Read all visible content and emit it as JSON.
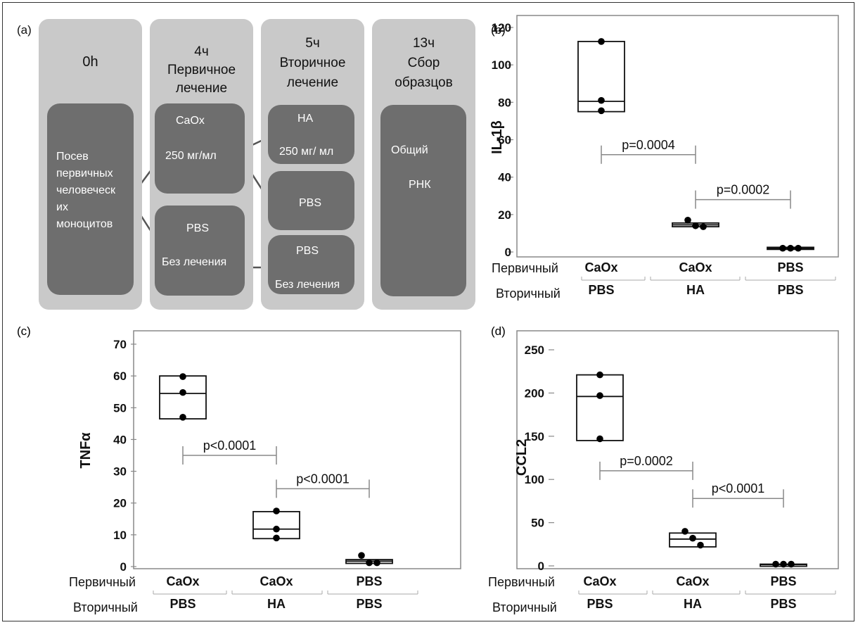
{
  "panel_a": {
    "label": "(a)",
    "columns": [
      {
        "header": [
          "0h"
        ],
        "boxes": [
          {
            "lines": [
              "Посев",
              "первичных",
              "человеческ",
              "их",
              "моноцитов"
            ]
          }
        ]
      },
      {
        "header": [
          "4ч",
          "Первичное",
          "лечение"
        ],
        "boxes": [
          {
            "lines": [
              "CaOx",
              "250 мг/мл"
            ]
          },
          {
            "lines": [
              "PBS",
              "Без лечения"
            ]
          }
        ]
      },
      {
        "header": [
          "5ч",
          "Вторичное",
          "лечение"
        ],
        "boxes": [
          {
            "lines": [
              "HA",
              "250 мг/ мл"
            ]
          },
          {
            "lines": [
              "PBS"
            ]
          },
          {
            "lines": [
              "PBS",
              "Без лечения"
            ]
          }
        ]
      },
      {
        "header": [
          "13ч",
          "Сбор",
          "образцов"
        ],
        "boxes": [
          {
            "lines": [
              "Общий",
              "РНК"
            ]
          }
        ]
      }
    ]
  },
  "chart_data": [
    {
      "panel": "(b)",
      "type": "box",
      "ylabel": "IL-1β",
      "ylim": [
        0,
        120
      ],
      "yticks": [
        0,
        20,
        40,
        60,
        80,
        100,
        120
      ],
      "row_labels": [
        "Первичный",
        "Вторичный"
      ],
      "groups": [
        {
          "primary": "CaOx",
          "secondary": "PBS",
          "points": [
            112.5,
            81,
            75.5
          ],
          "box": [
            75,
            80.5,
            112.5
          ]
        },
        {
          "primary": "CaOx",
          "secondary": "HA",
          "points": [
            17,
            14,
            13.5
          ],
          "box": [
            13.5,
            14.5,
            15.5
          ]
        },
        {
          "primary": "PBS",
          "secondary": "PBS",
          "points": [
            2,
            2,
            2
          ],
          "box": [
            1.5,
            2,
            2.5
          ]
        }
      ],
      "comparisons": [
        {
          "from": 0,
          "to": 1,
          "label": "p=0.0004",
          "y": 52
        },
        {
          "from": 1,
          "to": 2,
          "label": "p=0.0002",
          "y": 28
        }
      ]
    },
    {
      "panel": "(c)",
      "type": "box",
      "ylabel": "TNFα",
      "ylim": [
        0,
        70
      ],
      "yticks": [
        0,
        10,
        20,
        30,
        40,
        50,
        60,
        70
      ],
      "row_labels": [
        "Первичный",
        "Вторичный"
      ],
      "groups": [
        {
          "primary": "CaOx",
          "secondary": "PBS",
          "points": [
            59.8,
            54.8,
            47
          ],
          "box": [
            46.5,
            54.5,
            60
          ]
        },
        {
          "primary": "CaOx",
          "secondary": "HA",
          "points": [
            17.5,
            11.8,
            9
          ],
          "box": [
            8.8,
            11.8,
            17.3
          ]
        },
        {
          "primary": "PBS",
          "secondary": "PBS",
          "points": [
            3.5,
            1.2,
            1.2
          ],
          "box": [
            1.0,
            1.7,
            2.2
          ]
        }
      ],
      "comparisons": [
        {
          "from": 0,
          "to": 1,
          "label": "p<0.0001",
          "y": 35
        },
        {
          "from": 1,
          "to": 2,
          "label": "p<0.0001",
          "y": 24.5
        }
      ]
    },
    {
      "panel": "(d)",
      "type": "box",
      "ylabel": "CCL2",
      "ylim": [
        0,
        250
      ],
      "yticks": [
        0,
        50,
        100,
        150,
        200,
        250
      ],
      "row_labels": [
        "Первичный",
        "Вторичный"
      ],
      "groups": [
        {
          "primary": "CaOx",
          "secondary": "PBS",
          "points": [
            221,
            197,
            147
          ],
          "box": [
            145,
            196,
            221
          ]
        },
        {
          "primary": "CaOx",
          "secondary": "HA",
          "points": [
            40,
            32,
            24
          ],
          "box": [
            22,
            31,
            38
          ]
        },
        {
          "primary": "PBS",
          "secondary": "PBS",
          "points": [
            2,
            2,
            2
          ],
          "box": [
            1,
            1.5,
            2
          ]
        }
      ],
      "comparisons": [
        {
          "from": 0,
          "to": 1,
          "label": "p=0.0002",
          "y": 110
        },
        {
          "from": 1,
          "to": 2,
          "label": "p<0.0001",
          "y": 78
        }
      ]
    }
  ]
}
